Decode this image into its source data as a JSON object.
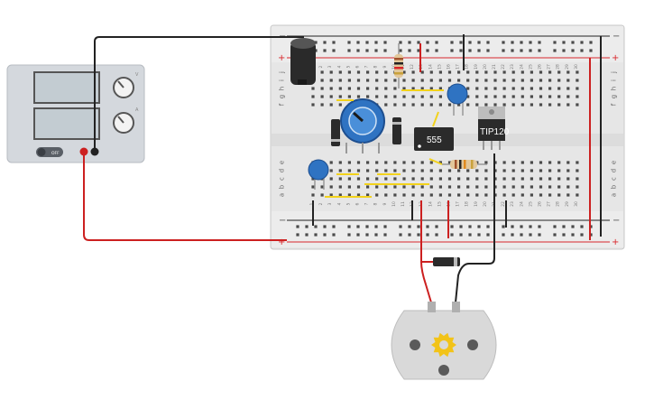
{
  "breadboard": {
    "row_letters_top": [
      "j",
      "i",
      "h",
      "g",
      "f"
    ],
    "row_letters_bottom": [
      "e",
      "d",
      "c",
      "b",
      "a"
    ],
    "column_numbers": [
      "1",
      "2",
      "3",
      "4",
      "5",
      "6",
      "7",
      "8",
      "9",
      "10",
      "11",
      "12",
      "13",
      "14",
      "15",
      "16",
      "17",
      "18",
      "19",
      "20",
      "21",
      "22",
      "23",
      "24",
      "25",
      "26",
      "27",
      "28",
      "29",
      "30"
    ],
    "rail_minus": "−",
    "rail_plus": "+",
    "colors": {
      "body": "#e8e8e8",
      "rail_red": "#d9262b",
      "rail_black": "#222222",
      "hole": "#4a4a4a"
    }
  },
  "power_supply": {
    "switch_label": "OFF",
    "knob_labels": [
      "V",
      "A"
    ],
    "colors": {
      "body": "#d4d8dd",
      "display": "#c3ccd2"
    }
  },
  "components": {
    "ic_555_label": "555",
    "transistor_label": "TIP120"
  },
  "motor": {
    "colors": {
      "body": "#d9d9d9",
      "gear": "#f2c318"
    }
  },
  "wires": {
    "colors": {
      "red": "#cc2020",
      "black": "#222222",
      "jumper": "#f2d21b"
    }
  }
}
